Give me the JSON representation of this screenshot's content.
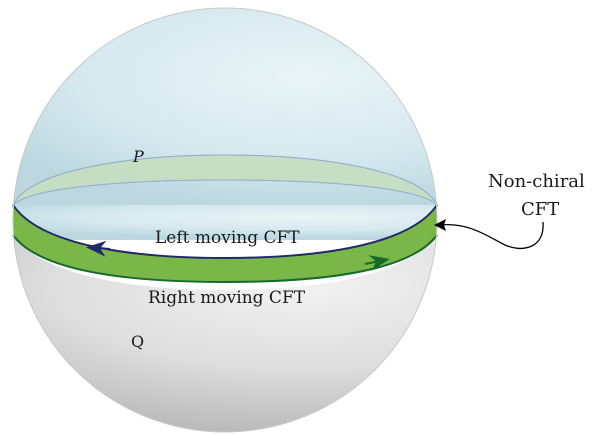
{
  "labels": {
    "point_p": "P",
    "point_q": "Q",
    "left_moving": "Left moving CFT",
    "right_moving": "Right moving CFT",
    "callout_line1": "Non-chiral",
    "callout_line2": "CFT"
  },
  "colors": {
    "upper_hemisphere": "#dcebf0",
    "lower_hemisphere": "#d9d9d9",
    "band_front": "#7ab648",
    "band_back": "#c6dfc0",
    "left_arrow": "#1f2a6b",
    "right_arrow": "#146b2a"
  }
}
